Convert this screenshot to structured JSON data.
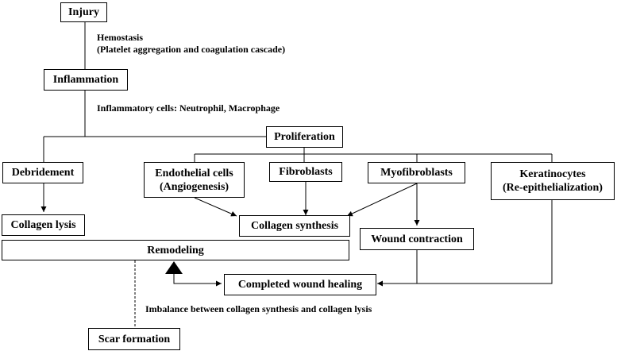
{
  "nodes": {
    "injury": "Injury",
    "inflammation": "Inflammation",
    "proliferation": "Proliferation",
    "debridement": "Debridement",
    "endothelial_line1": "Endothelial cells",
    "endothelial_line2": "(Angiogenesis)",
    "fibroblasts": "Fibroblasts",
    "myofibroblasts": "Myofibroblasts",
    "keratinocytes_line1": "Keratinocytes",
    "keratinocytes_line2": "(Re-epithelialization)",
    "collagen_lysis": "Collagen lysis",
    "collagen_synthesis": "Collagen synthesis",
    "wound_contraction": "Wound contraction",
    "remodeling": "Remodeling",
    "completed_wound_healing": "Completed wound healing",
    "scar_formation": "Scar formation"
  },
  "annotations": {
    "hemostasis_line1": "Hemostasis",
    "hemostasis_line2": "(Platelet aggregation and coagulation cascade)",
    "inflammatory_cells": "Inflammatory cells: Neutrophil, Macrophage",
    "imbalance": "Imbalance between collagen synthesis and collagen lysis"
  }
}
